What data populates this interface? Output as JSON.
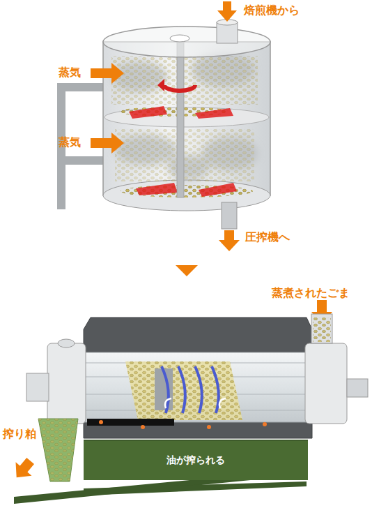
{
  "diagram": {
    "nodes": [
      {
        "text": [
          "油が搾られる"
        ]
      }
    ],
    "labels": [
      "焙煎機から",
      "蒸気",
      "蒸気",
      "圧搾機へ",
      "蒸煮されたごま",
      "搾り粕"
    ]
  }
}
